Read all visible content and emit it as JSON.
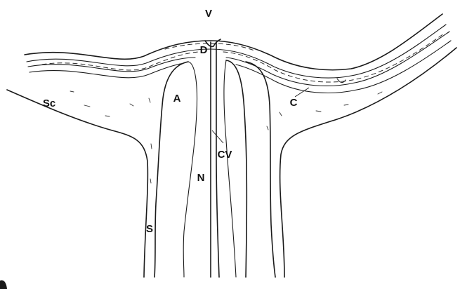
{
  "labels": {
    "v": "V",
    "d": "D",
    "sc": "Sc",
    "a": "A",
    "c": "C",
    "cv": "CV",
    "n": "N",
    "s": "S"
  }
}
